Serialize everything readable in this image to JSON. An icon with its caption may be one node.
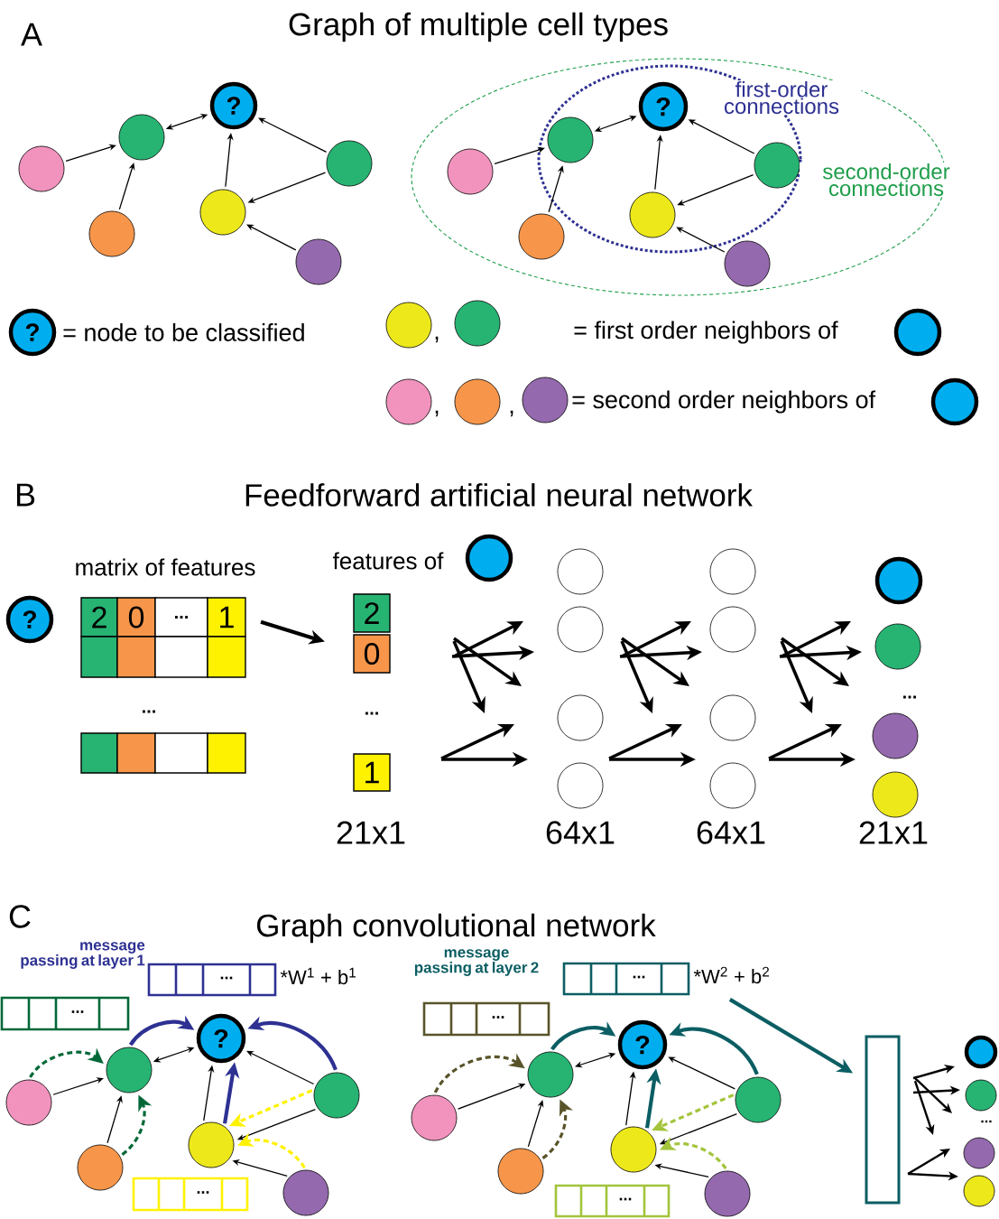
{
  "diagram": {
    "nodes": [
      {
        "text": [
          "?"
        ]
      },
      {
        "text": [],
        "shape": "circle"
      },
      {
        "text": [],
        "shape": "circle"
      },
      {
        "text": [],
        "shape": "circle"
      },
      {
        "text": [],
        "shape": "circle"
      },
      {
        "text": [],
        "shape": "circle"
      },
      {
        "text": [],
        "shape": "circle"
      },
      {
        "text": [
          "?"
        ]
      },
      {
        "text": [],
        "shape": "circle"
      },
      {
        "text": [],
        "shape": "circle"
      },
      {
        "text": [],
        "shape": "circle"
      },
      {
        "text": [],
        "shape": "circle"
      },
      {
        "text": [],
        "shape": "circle"
      },
      {
        "text": [],
        "shape": "circle"
      },
      {
        "text": [
          "?"
        ]
      },
      {
        "text": [],
        "shape": "circle"
      },
      {
        "text": [],
        "shape": "circle"
      },
      {
        "text": [],
        "shape": "circle"
      },
      {
        "text": [],
        "shape": "circle"
      },
      {
        "text": [],
        "shape": "circle"
      },
      {
        "text": [],
        "shape": "circle"
      },
      {
        "text": [],
        "shape": "circle"
      },
      {
        "text": [
          "?"
        ]
      },
      {
        "text": [
          "matrix of features",
          "2",
          "0",
          "...",
          "1",
          "..."
        ]
      },
      {
        "text": [
          "features of",
          "2",
          "0",
          "...",
          "1"
        ]
      },
      {
        "text": [],
        "shape": "circle"
      },
      {
        "text": [],
        "shape": "circle"
      },
      {
        "text": [],
        "shape": "circle"
      },
      {
        "text": [],
        "shape": "circle"
      },
      {
        "text": [],
        "shape": "circle"
      },
      {
        "text": [],
        "shape": "circle"
      },
      {
        "text": [],
        "shape": "circle"
      },
      {
        "text": [],
        "shape": "circle"
      },
      {
        "text": [],
        "shape": "circle"
      },
      {
        "text": [],
        "shape": "circle"
      },
      {
        "text": [],
        "shape": "circle"
      },
      {
        "text": [],
        "shape": "circle"
      },
      {
        "text": [],
        "shape": "circle"
      },
      {
        "text": [
          "..."
        ],
        "beside": [
          "*W$^{1}$ + b$^{1}$"
        ]
      },
      {
        "text": [
          "..."
        ]
      },
      {
        "text": [
          "?"
        ]
      },
      {
        "text": [],
        "shape": "circle"
      },
      {
        "text": [],
        "shape": "circle"
      },
      {
        "text": [],
        "shape": "circle"
      },
      {
        "text": [],
        "shape": "circle"
      },
      {
        "text": [],
        "shape": "circle"
      },
      {
        "text": [],
        "shape": "circle"
      },
      {
        "text": [
          "..."
        ]
      },
      {
        "text": [
          "..."
        ],
        "beside": [
          "*W$^{2}$ + b$^{2}$"
        ]
      },
      {
        "text": [
          "..."
        ]
      },
      {
        "text": [
          "?"
        ]
      },
      {
        "text": [],
        "shape": "circle"
      },
      {
        "text": [],
        "shape": "circle"
      },
      {
        "text": [],
        "shape": "circle"
      },
      {
        "text": [],
        "shape": "circle"
      },
      {
        "text": [],
        "shape": "circle"
      },
      {
        "text": [],
        "shape": "circle"
      },
      {
        "text": [
          "..."
        ]
      },
      {
        "text": [],
        "shape": "box"
      },
      {
        "text": [],
        "shape": "circle"
      },
      {
        "text": [],
        "shape": "circle"
      },
      {
        "text": [],
        "shape": "circle"
      },
      {
        "text": [],
        "shape": "circle"
      }
    ],
    "edges": [
      {
        "from": 1,
        "to": 0,
        "arrow": "both"
      },
      {
        "from": 2,
        "to": 1,
        "arrow": "to"
      },
      {
        "from": 3,
        "to": 1,
        "arrow": "to"
      },
      {
        "from": 5,
        "to": 0,
        "arrow": "to"
      },
      {
        "from": 4,
        "to": 0,
        "arrow": "to"
      },
      {
        "from": 4,
        "to": 5,
        "arrow": "to"
      },
      {
        "from": 6,
        "to": 5,
        "arrow": "to"
      },
      {
        "from": 8,
        "to": 7,
        "arrow": "both"
      },
      {
        "from": 9,
        "to": 8,
        "arrow": "to"
      },
      {
        "from": 10,
        "to": 8,
        "arrow": "to"
      },
      {
        "from": 12,
        "to": 7,
        "arrow": "to"
      },
      {
        "from": 11,
        "to": 7,
        "arrow": "to"
      },
      {
        "from": 11,
        "to": 12,
        "arrow": "to"
      },
      {
        "from": 13,
        "to": 12,
        "arrow": "to"
      },
      {
        "from": 23,
        "to": 24,
        "arrow": "to",
        "style": "thick"
      },
      {
        "from": 41,
        "to": 40,
        "arrow": "both"
      },
      {
        "from": 42,
        "to": 41,
        "arrow": "to"
      },
      {
        "from": 43,
        "to": 41,
        "arrow": "to"
      },
      {
        "from": 45,
        "to": 40,
        "arrow": "to"
      },
      {
        "from": 44,
        "to": 40,
        "arrow": "to"
      },
      {
        "from": 44,
        "to": 45,
        "arrow": "to"
      },
      {
        "from": 46,
        "to": 45,
        "arrow": "to"
      },
      {
        "from": 41,
        "to": 40,
        "arrow": "to",
        "style": "thick",
        "color": "#2e3192"
      },
      {
        "from": 44,
        "to": 40,
        "arrow": "to",
        "style": "thick",
        "color": "#2e3192"
      },
      {
        "from": 45,
        "to": 40,
        "arrow": "to",
        "style": "thick",
        "color": "#2e3192"
      },
      {
        "from": 42,
        "to": 41,
        "arrow": "to",
        "style": "dashed",
        "color": "#006838"
      },
      {
        "from": 43,
        "to": 41,
        "arrow": "to",
        "style": "dashed",
        "color": "#006838"
      },
      {
        "from": 44,
        "to": 45,
        "arrow": "to",
        "style": "dashed",
        "color": "#fff200"
      },
      {
        "from": 46,
        "to": 45,
        "arrow": "to",
        "style": "dashed",
        "color": "#fff200"
      },
      {
        "from": 51,
        "to": 50,
        "arrow": "both"
      },
      {
        "from": 52,
        "to": 51,
        "arrow": "to"
      },
      {
        "from": 53,
        "to": 51,
        "arrow": "to"
      },
      {
        "from": 55,
        "to": 50,
        "arrow": "to"
      },
      {
        "from": 54,
        "to": 50,
        "arrow": "to"
      },
      {
        "from": 54,
        "to": 55,
        "arrow": "to"
      },
      {
        "from": 56,
        "to": 55,
        "arrow": "to"
      },
      {
        "from": 51,
        "to": 50,
        "arrow": "to",
        "style": "thick",
        "color": "#0b5e63"
      },
      {
        "from": 54,
        "to": 50,
        "arrow": "to",
        "style": "thick",
        "color": "#0b5e63"
      },
      {
        "from": 55,
        "to": 50,
        "arrow": "to",
        "style": "thick",
        "color": "#0b5e63"
      },
      {
        "from": 52,
        "to": 51,
        "arrow": "to",
        "style": "dashed",
        "color": "#59532a"
      },
      {
        "from": 53,
        "to": 51,
        "arrow": "to",
        "style": "dashed",
        "color": "#59532a"
      },
      {
        "from": 54,
        "to": 55,
        "arrow": "to",
        "style": "dashed",
        "color": "#a3c43b"
      },
      {
        "from": 56,
        "to": 55,
        "arrow": "to",
        "style": "dashed",
        "color": "#a3c43b"
      },
      {
        "from": 48,
        "to": 58,
        "arrow": "to",
        "style": "thick",
        "color": "#0b5e63"
      }
    ],
    "labels": [
      "A",
      "Graph of multiple cell types",
      "first-order connections",
      "second-order connections",
      "= node to be classified",
      ",",
      "= first order neighbors of",
      ",",
      ",",
      "= second order neighbors of",
      "B",
      "Feedforward artificial neural network",
      "21x1",
      "64x1",
      "64x1",
      "21x1",
      "...",
      "C",
      "Graph convolutional network",
      "message passing at layer 1",
      "message passing at layer 2",
      "..."
    ]
  }
}
